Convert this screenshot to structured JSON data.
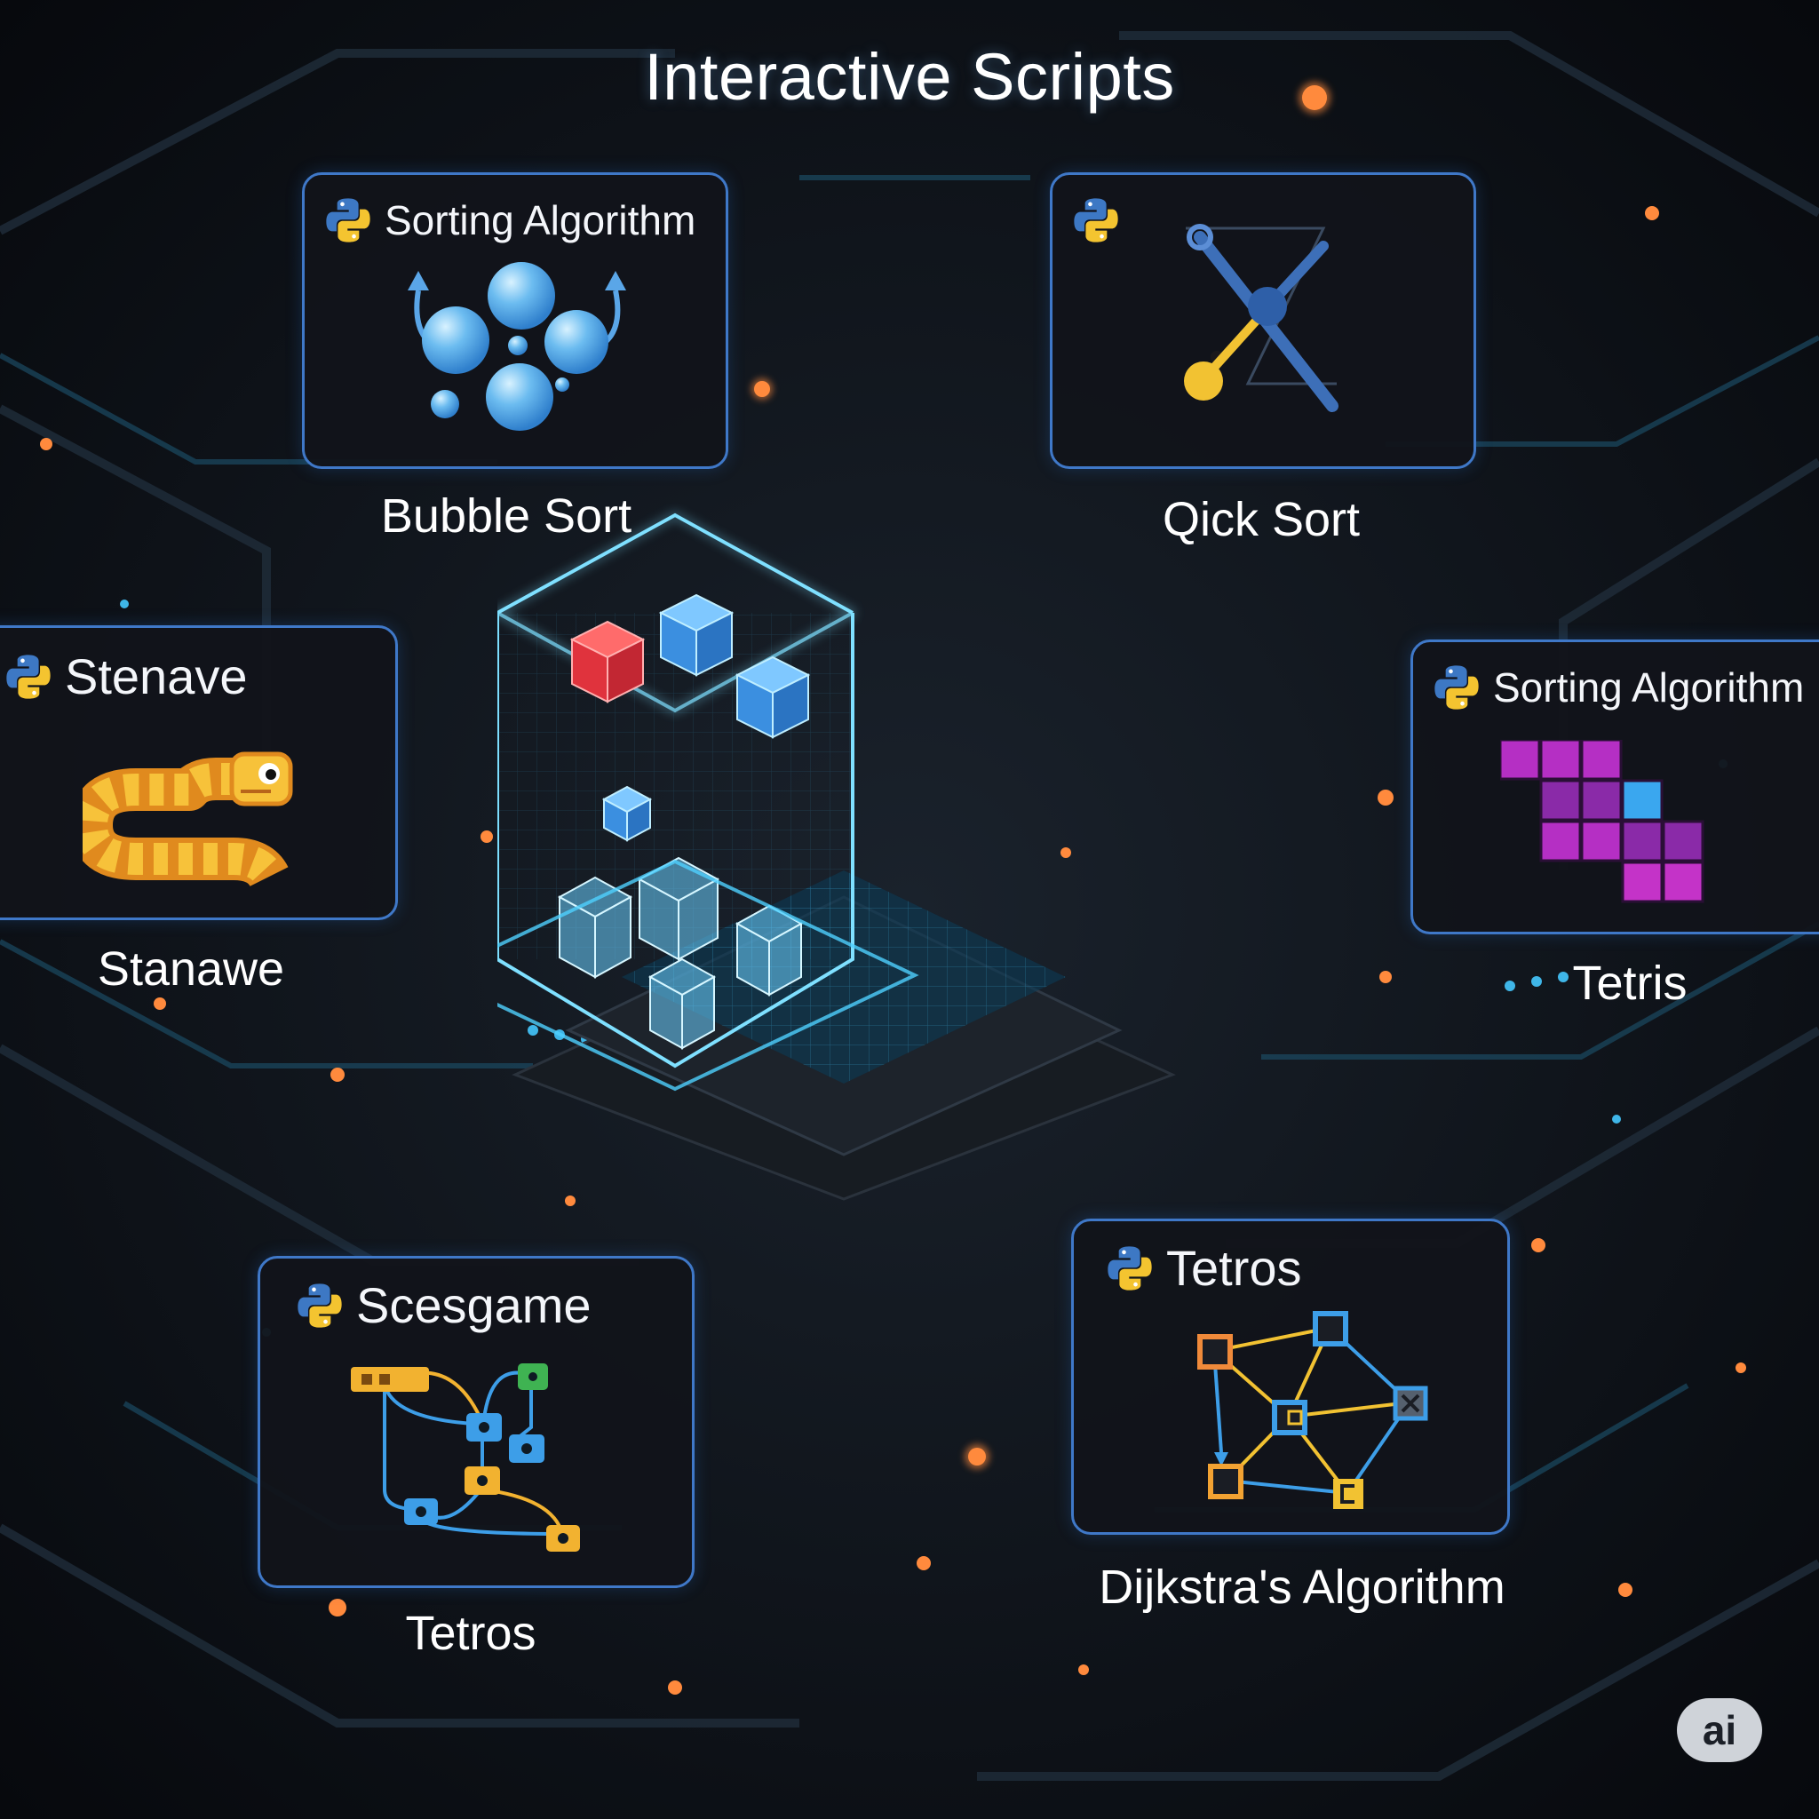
{
  "page": {
    "title": "Interactive Scripts"
  },
  "cards": [
    {
      "id": "bubble",
      "header": "Sorting Algorithm",
      "caption": "Bubble Sort",
      "icon": "bubbles-icon"
    },
    {
      "id": "quick",
      "header": "",
      "caption": "Qick Sort",
      "icon": "pivot-swap-icon"
    },
    {
      "id": "snake",
      "header": "Stenave",
      "caption": "Stanawe",
      "icon": "snake-icon"
    },
    {
      "id": "tetris",
      "header": "Sorting Algorithm",
      "caption": "Tetris",
      "icon": "tetromino-blocks-icon"
    },
    {
      "id": "scesgame",
      "header": "Scesgame",
      "caption": "Tetros",
      "icon": "flow-graph-icon"
    },
    {
      "id": "dijkstra",
      "header": "Tetros",
      "caption": "Dijkstra's Algorithm",
      "icon": "network-graph-icon"
    }
  ],
  "badge": {
    "label": "ai"
  },
  "colors": {
    "background": "#0d1218",
    "card_border": "#3f78c8",
    "accent_cyan": "#3fb6e8",
    "accent_orange": "#ff8a3d",
    "python_blue": "#3d78c4",
    "python_yellow": "#f4c430"
  }
}
